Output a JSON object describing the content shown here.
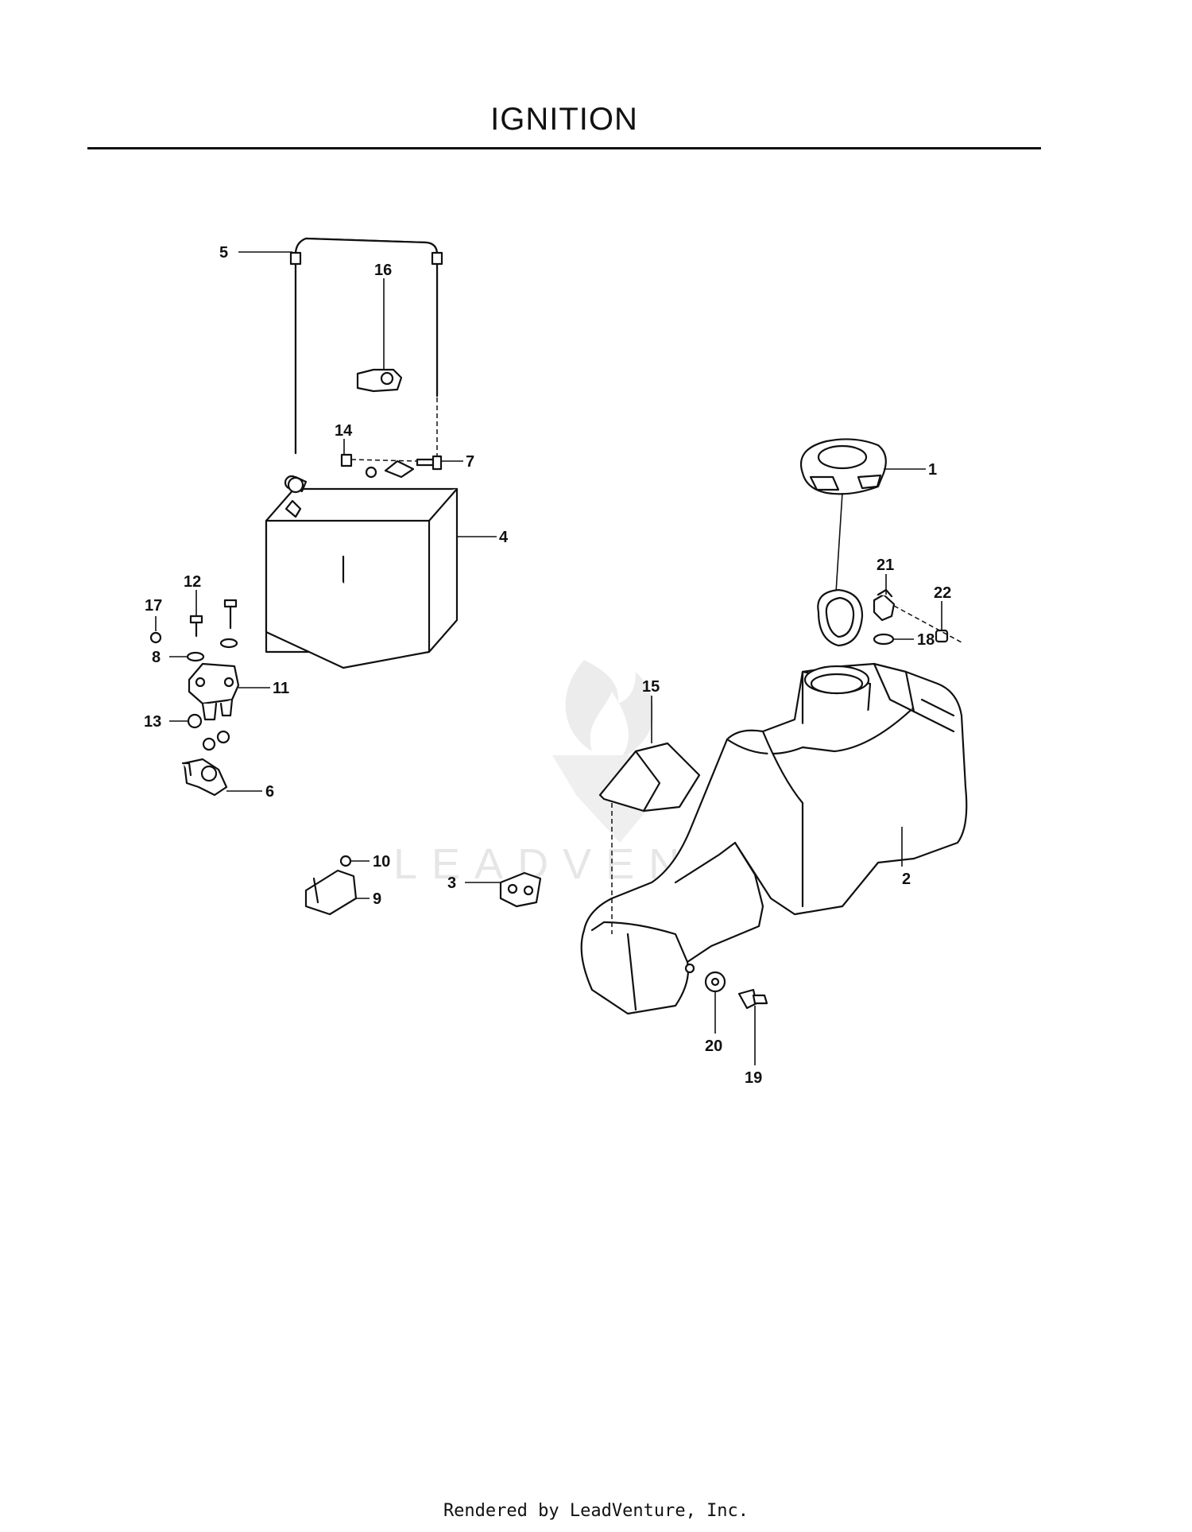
{
  "title": "IGNITION",
  "watermark": "LEADVENTURE",
  "footer": "Rendered by LeadVenture, Inc.",
  "callouts": [
    "1",
    "2",
    "3",
    "4",
    "5",
    "6",
    "7",
    "8",
    "9",
    "10",
    "11",
    "12",
    "13",
    "14",
    "15",
    "16",
    "17",
    "18",
    "19",
    "20",
    "21",
    "22"
  ]
}
